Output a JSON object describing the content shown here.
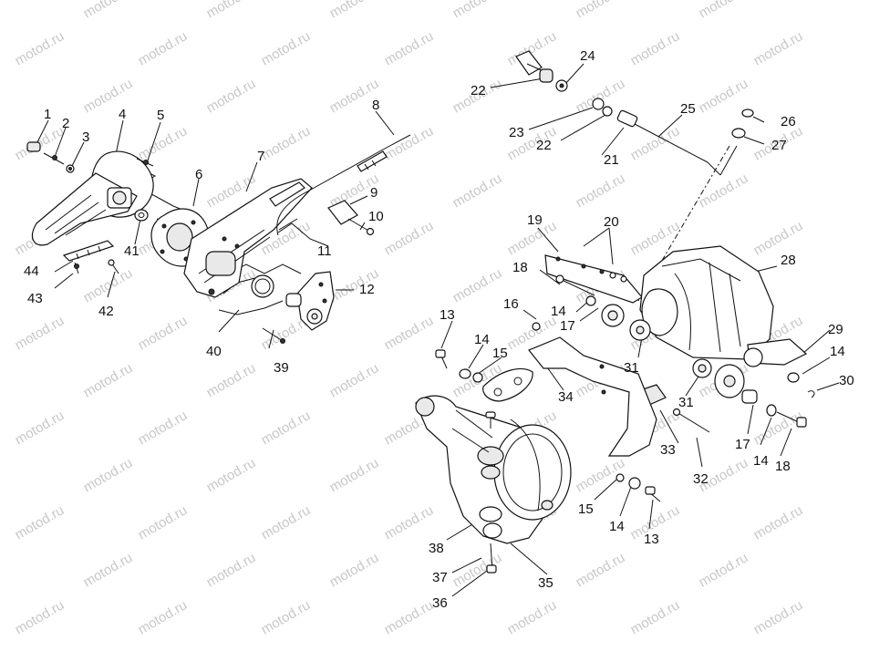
{
  "watermark": "motod.ru",
  "callouts": [
    "1",
    "2",
    "3",
    "4",
    "5",
    "6",
    "7",
    "8",
    "9",
    "10",
    "11",
    "12",
    "39",
    "40",
    "41",
    "42",
    "43",
    "44",
    "22",
    "24",
    "23",
    "22",
    "25",
    "26",
    "21",
    "27",
    "19",
    "20",
    "18",
    "28",
    "13",
    "16",
    "14",
    "17",
    "15",
    "14",
    "31",
    "29",
    "14",
    "30",
    "34",
    "31",
    "33",
    "17",
    "14",
    "18",
    "32",
    "15",
    "14",
    "13",
    "38",
    "35",
    "37",
    "36"
  ]
}
